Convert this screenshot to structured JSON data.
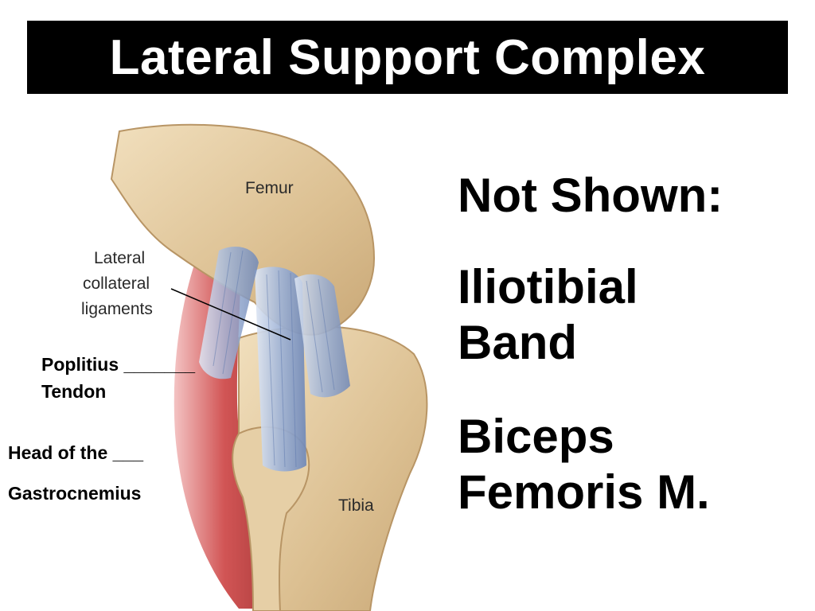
{
  "title": "Lateral Support Complex",
  "diagram": {
    "labels": {
      "femur": "Femur",
      "lcl_line1": "Lateral",
      "lcl_line2": "collateral",
      "lcl_line3": "ligaments",
      "tibia": "Tibia"
    }
  },
  "annotations": {
    "popliteus_line1": "Poplitius _______",
    "popliteus_line2": "Tendon",
    "gastroc_line1": "Head of the ___",
    "gastroc_line2": "Gastrocnemius"
  },
  "not_shown": {
    "heading": "Not Shown:",
    "item1_line1": "Iliotibial",
    "item1_line2": "Band",
    "item2_line1": "Biceps",
    "item2_line2": "Femoris M."
  },
  "colors": {
    "title_bg": "#000000",
    "title_text": "#ffffff",
    "bone": "#e2c9a0",
    "ligament": "#9fb3d6",
    "muscle": "#c94a4a"
  }
}
